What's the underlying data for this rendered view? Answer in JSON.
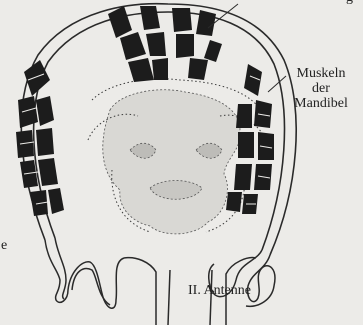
{
  "labels": {
    "top_partial": "g",
    "muscle_line1": "Muskeln",
    "muscle_line2": "der",
    "muscle_line3": "Mandibel",
    "antenna": "II. Antenne",
    "left_partial": "e"
  },
  "colors": {
    "background": "#ecebe8",
    "outline": "#2a2a2a",
    "muscle": "#1c1c1c",
    "tissue_fill": "#d9d8d4"
  }
}
